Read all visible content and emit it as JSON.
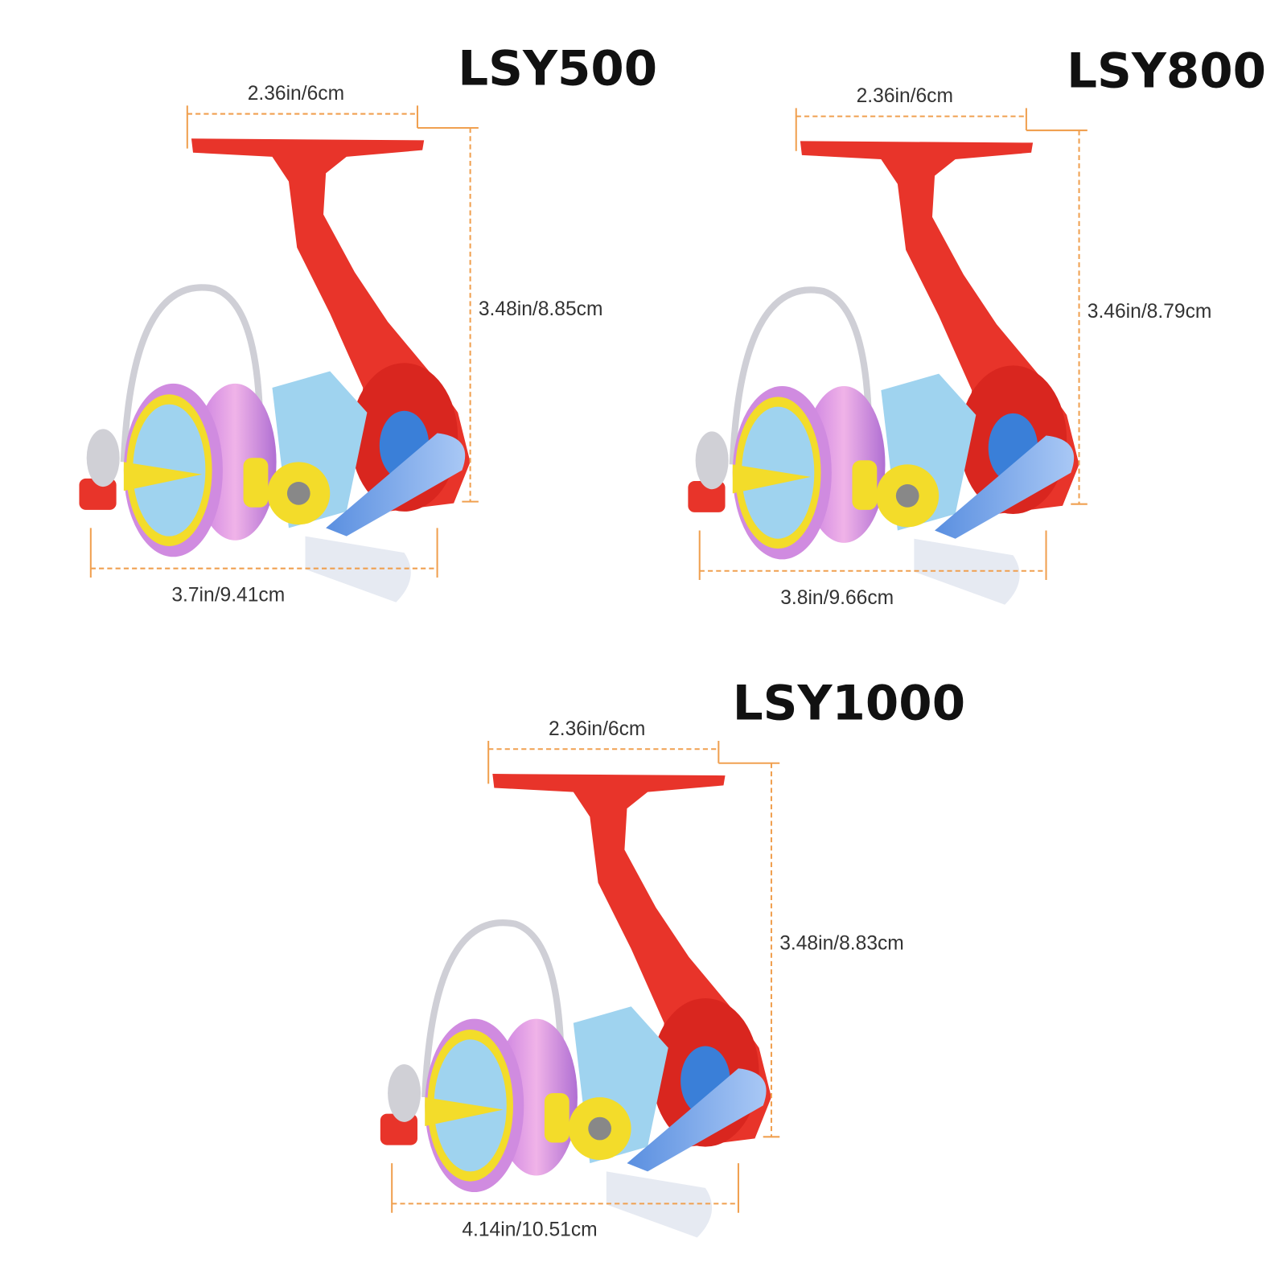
{
  "models": [
    {
      "name": "LSY500",
      "top_width": "2.36in/6cm",
      "height": "3.48in/8.85cm",
      "length": "3.7in/9.41cm"
    },
    {
      "name": "LSY800",
      "top_width": "2.36in/6cm",
      "height": "3.46in/8.79cm",
      "length": "3.8in/9.66cm"
    },
    {
      "name": "LSY1000",
      "top_width": "2.36in/6cm",
      "height": "3.48in/8.83cm",
      "length": "4.14in/10.51cm"
    }
  ],
  "colors": {
    "dimension_line": "#f0a050",
    "body": "#e8342a",
    "spool": "#d98ee0",
    "rotor": "#9fd3ef",
    "accent": "#f3dc2a",
    "handle": "#6f9fe0"
  }
}
